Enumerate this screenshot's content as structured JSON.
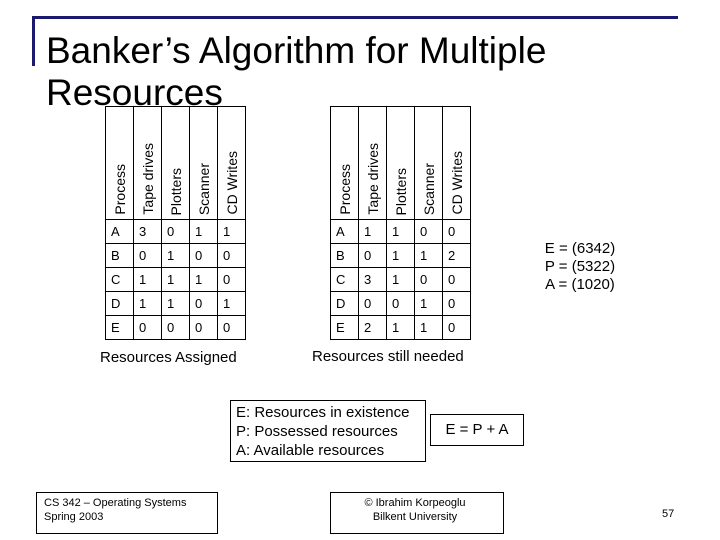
{
  "title": "Banker’s Algorithm for Multiple Resources",
  "headers": [
    "Process",
    "Tape drives",
    "Plotters",
    "Scanner",
    "CD Writes"
  ],
  "assigned": {
    "caption": "Resources Assigned",
    "rows": [
      [
        "A",
        "3",
        "0",
        "1",
        "1"
      ],
      [
        "B",
        "0",
        "1",
        "0",
        "0"
      ],
      [
        "C",
        "1",
        "1",
        "1",
        "0"
      ],
      [
        "D",
        "1",
        "1",
        "0",
        "1"
      ],
      [
        "E",
        "0",
        "0",
        "0",
        "0"
      ]
    ]
  },
  "needed": {
    "caption": "Resources still needed",
    "rows": [
      [
        "A",
        "1",
        "1",
        "0",
        "0"
      ],
      [
        "B",
        "0",
        "1",
        "1",
        "2"
      ],
      [
        "C",
        "3",
        "1",
        "0",
        "0"
      ],
      [
        "D",
        "0",
        "0",
        "1",
        "0"
      ],
      [
        "E",
        "2",
        "1",
        "1",
        "0"
      ]
    ]
  },
  "vectors": [
    "E = (6342)",
    "P = (5322)",
    "A = (1020)"
  ],
  "legend": [
    "E: Resources in existence",
    "P: Possessed resources",
    "A: Available resources"
  ],
  "equation": "E = P + A",
  "footer": {
    "course": "CS 342 – Operating Systems",
    "term": "Spring 2003",
    "author": "© Ibrahim Korpeoglu",
    "university": "Bilkent University",
    "page": "57"
  }
}
